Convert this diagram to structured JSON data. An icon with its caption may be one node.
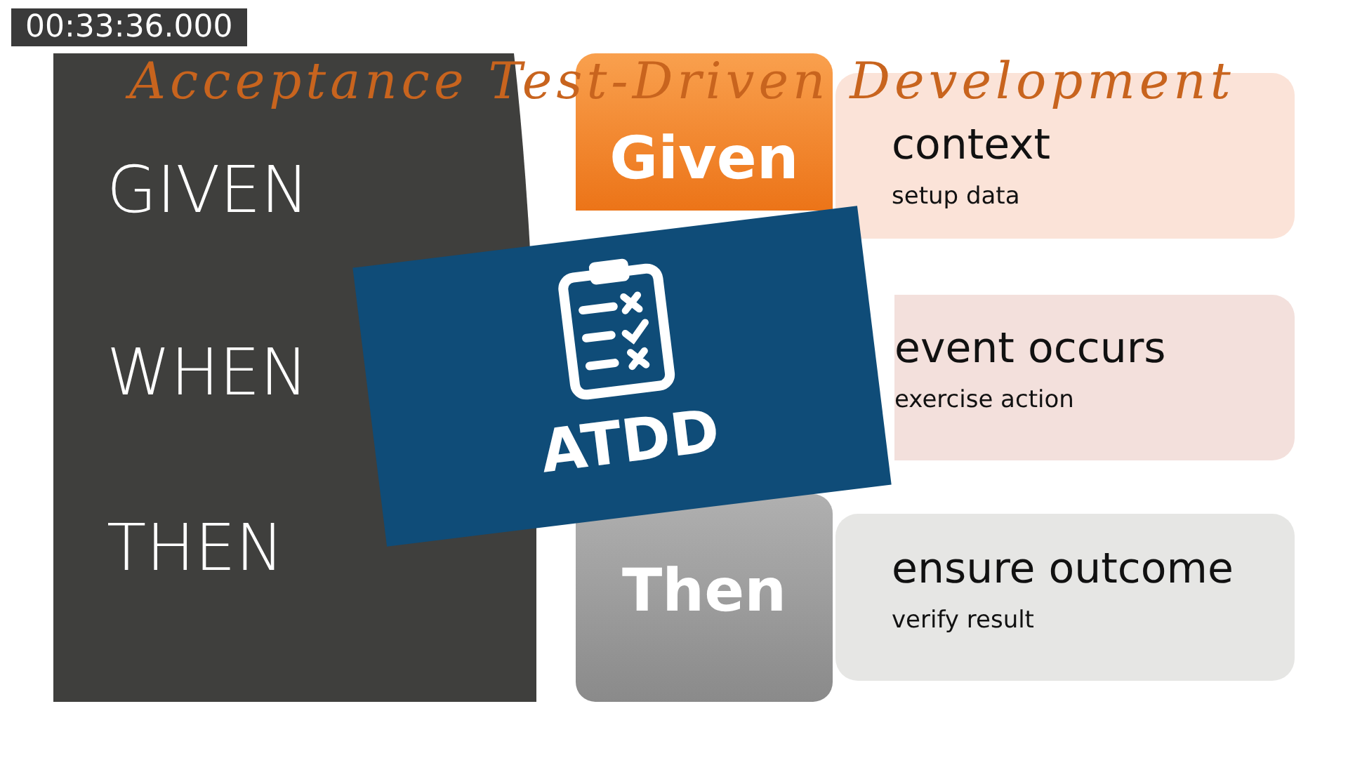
{
  "diagram": {
    "title": "Acceptance Test-Driven Development",
    "nodes": [
      {
        "text": [
          "GIVEN",
          "WHEN",
          "THEN"
        ]
      },
      {
        "text": [
          "Given"
        ]
      },
      {
        "text": [
          "context",
          "setup data"
        ]
      },
      {
        "text": [
          "event occurs",
          "exercise action"
        ]
      },
      {
        "text": [
          "Then"
        ]
      },
      {
        "text": [
          "ensure outcome",
          "verify result"
        ]
      },
      {
        "text": [
          "ATDD"
        ]
      }
    ],
    "labels": [
      "00:33:36.000"
    ]
  }
}
